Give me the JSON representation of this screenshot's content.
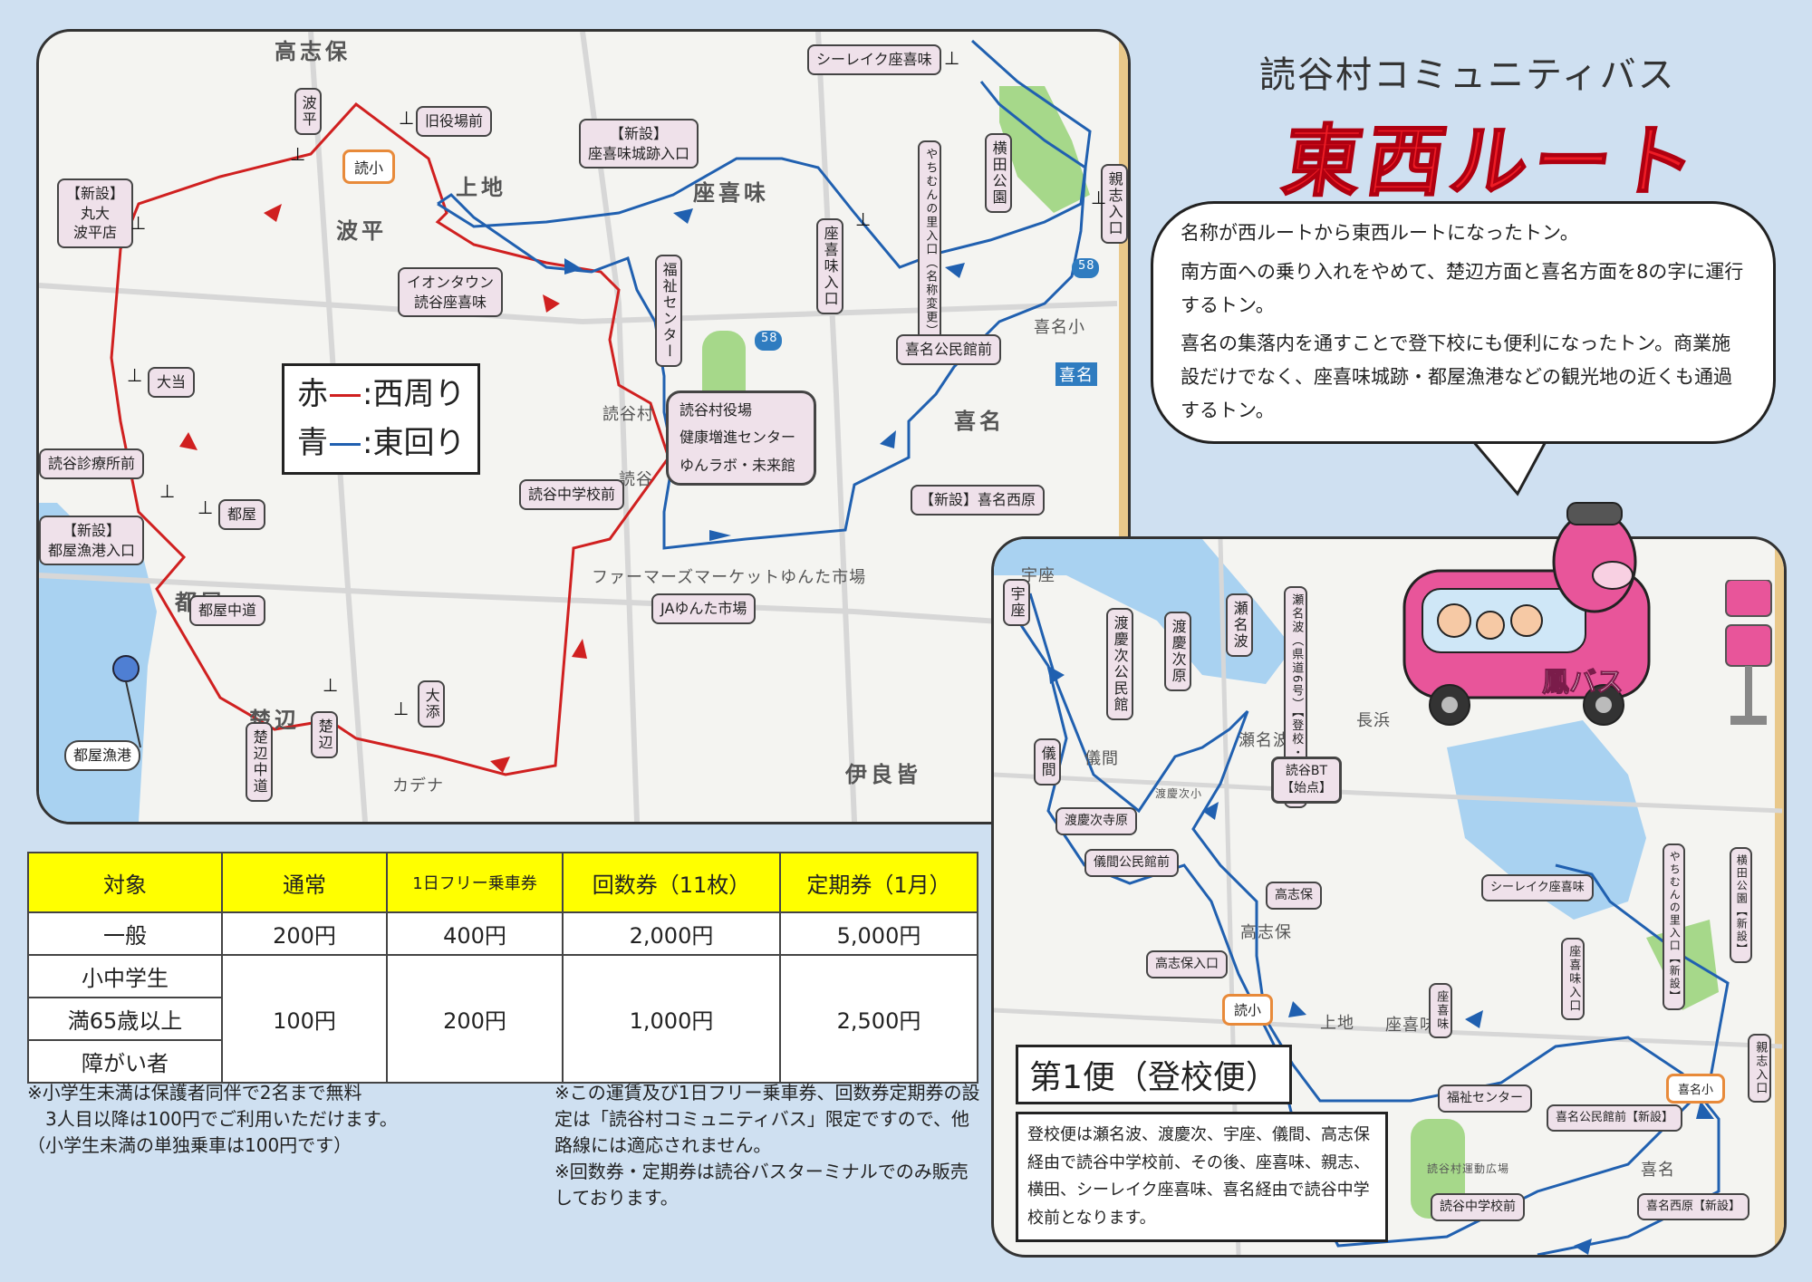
{
  "header": {
    "subtitle": "読谷村コミュニティバス",
    "title": "東西ルート"
  },
  "colors": {
    "west_route": "#d02020",
    "east_route": "#2060b0",
    "title_red": "#ee1c25",
    "fare_header": "#ffff00",
    "label_bg": "#efe1ea"
  },
  "bubble": {
    "lines": [
      "名称が西ルートから東西ルートになったトン。",
      "南方面への乗り入れをやめて、楚辺方面と喜名方面を8の字に運行するトン。",
      "喜名の集落内を通すことで登下校にも便利になったトン。商業施設だけでなく、座喜味城跡・都屋漁港などの観光地の近くも通過するトン。"
    ]
  },
  "legend": {
    "red_char": "赤",
    "red_text": ":西周り",
    "blue_char": "青",
    "blue_text": ":東回り"
  },
  "main_map": {
    "places": [
      "高志保",
      "上地",
      "波平",
      "座喜味",
      "喜名",
      "喜名小",
      "喜名",
      "読谷村",
      "読谷",
      "ファーマーズマーケットゆんた市場",
      "都屋",
      "楚辺",
      "カデナ",
      "伊良皆",
      "58",
      "58"
    ],
    "school": "読小",
    "stops": {
      "namihira": "波平",
      "kyuyakuba": "旧役場前",
      "marudai_1": "【新設】",
      "marudai_2": "丸大",
      "marudai_3": "波平店",
      "aeon_1": "イオンタウン",
      "aeon_2": "読谷座喜味",
      "jyoseki_1": "【新設】",
      "jyoseki_2": "座喜味城跡入口",
      "fukushi": "福祉センター",
      "searake": "シーレイク座喜味",
      "yachimun": "やちむんの里入口",
      "yachimun_note": "（名称変更）",
      "yokota": "横田公園",
      "oyakeshi": "親志入口",
      "zakimi_iriguchi": "座喜味入口",
      "kina_kouminkan": "喜名公民館前",
      "kina_nishibaru": "【新設】喜名西原",
      "daito": "大当",
      "shinryo": "読谷診療所前",
      "tuya": "都屋",
      "tuya_gyoko_1": "【新設】",
      "tuya_gyoko_2": "都屋漁港入口",
      "tuya_naka": "都屋中道",
      "sobe_naka": "楚辺中道",
      "sobe": "楚辺",
      "ozoe": "大添",
      "yomitan_chugaku": "読谷中学校前",
      "yakuba_1": "読谷村役場",
      "yakuba_2": "健康増進センター",
      "yakuba_3": "ゆんラボ・未来館",
      "ja": "JAゆんた市場",
      "tuya_port": "都屋漁港"
    }
  },
  "fare_table": {
    "headers": [
      "対象",
      "通常",
      "1日フリー乗車券",
      "回数券（11枚）",
      "定期券（1月）"
    ],
    "general": [
      "一般",
      "200円",
      "400円",
      "2,000円",
      "5,000円"
    ],
    "reduced_targets": [
      "小中学生",
      "満65歳以上",
      "障がい者"
    ],
    "reduced_values": [
      "100円",
      "200円",
      "1,000円",
      "2,500円"
    ]
  },
  "notes_left": "※小学生未満は保護者同伴で2名まで無料\n　3人目以降は100円でご利用いただけます。\n（小学生未満の単独乗車は100円です）",
  "notes_right": "※この運賃及び1日フリー乗車券、回数券定期券の設定は「読谷村コミュニティバス」限定ですので、他路線には適応されません。\n※回数券・定期券は読谷バスターミナルでのみ販売しております。",
  "sub_map": {
    "trip_title": "第1便（登校便）",
    "trip_desc": "登校便は瀬名波、渡慶次、宇座、儀間、高志保経由で読谷中学校前、その後、座喜味、親志、横田、シーレイク座喜味、喜名経由で読谷中学校前となります。",
    "places": [
      "宇座",
      "儀間",
      "瀬名波",
      "長浜",
      "高志保",
      "上地",
      "座喜味",
      "喜名",
      "渡慶次小",
      "読谷村運動広場"
    ],
    "stops": {
      "uza": "宇座",
      "tokeshi_kominkan": "渡慶次公民館",
      "tokeshi": "渡慶次原",
      "sena": "瀬名波",
      "sena_kendo": "瀬名波（県道6号）",
      "sena_kendo_note": "【登校・新設】",
      "gima": "儀間",
      "tokeshi_jiba": "渡慶次寺原",
      "gima_kominkan": "儀間公民館前",
      "bt_1": "読谷BT",
      "bt_2": "【始点】",
      "takashiho": "高志保",
      "takashiho_iri": "高志保入口",
      "school": "読小",
      "searake": "シーレイク座喜味",
      "yachimun": "やちむんの里入口",
      "yachimun_note": "【新設】",
      "yokota": "横田公園",
      "yokota_note": "【新設】",
      "zakimi_iri": "座喜味入口",
      "zakimi": "座喜味",
      "oyakeshi": "親志入口",
      "kinasho": "喜名小",
      "fukushi": "福祉センター",
      "kina_kominkan": "喜名公民館前【新設】",
      "chugaku": "読谷中学校前",
      "kina_nishibaru": "喜名西原【新設】",
      "bus_name": "鳳バス"
    }
  }
}
